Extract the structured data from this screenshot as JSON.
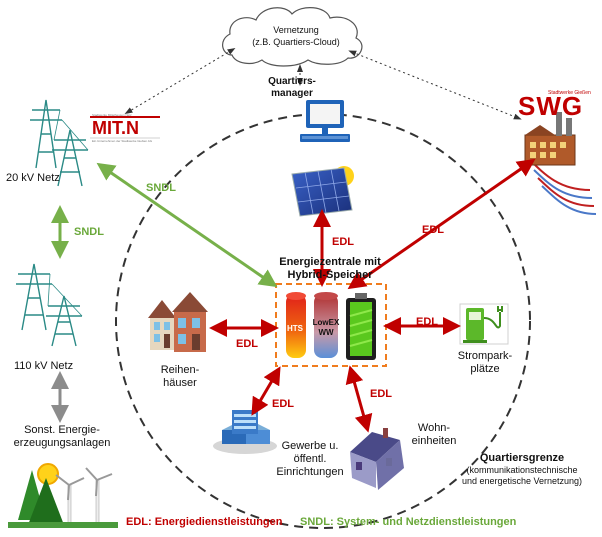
{
  "cloud": {
    "line1": "Vernetzung",
    "line2": "(z.B. Quartiers-Cloud)"
  },
  "manager": {
    "line1": "Quartiers-",
    "line2": "manager"
  },
  "mitn": {
    "logo": "MIT.N",
    "sub": "Stadtwerke Mittelhessen Netz",
    "sub2": "Ein Unternehmen der Stadtwerke Gießen AG"
  },
  "swg": {
    "logo": "SWG",
    "sub": "Stadtwerke Gießen"
  },
  "grid20": "20 kV Netz",
  "grid110": "110 kV Netz",
  "other_gen": {
    "line1": "Sonst. Energie-",
    "line2": "erzeugungsanlagen"
  },
  "center": {
    "line1": "Energiezentrale mit",
    "line2": "Hybrid-Speicher"
  },
  "tanks": {
    "hts": "HTS",
    "lowex1": "LowEX",
    "lowex2": "WW"
  },
  "houses": {
    "line1": "Reihen-",
    "line2": "häuser"
  },
  "commercial": {
    "line1": "Gewerbe u.",
    "line2": "öffentl.",
    "line3": "Einrichtungen"
  },
  "homes": {
    "line1": "Wohn-",
    "line2": "einheiten"
  },
  "charging": {
    "line1": "Strompark-",
    "line2": "plätze"
  },
  "boundary": {
    "title": "Quartiersgrenze",
    "line1": "(kommunikationstechnische",
    "line2": "und energetische Vernetzung)"
  },
  "edl_tag": "EDL",
  "sndl_tag": "SNDL",
  "legend": {
    "edl": "EDL: Energiedienstleistungen",
    "sndl": "SNDL: System- und Netzdienstleistungen"
  },
  "colors": {
    "edl": "#c00000",
    "sndl": "#77b04a",
    "grey": "#8c8c8c",
    "orange": "#f07c1e"
  }
}
